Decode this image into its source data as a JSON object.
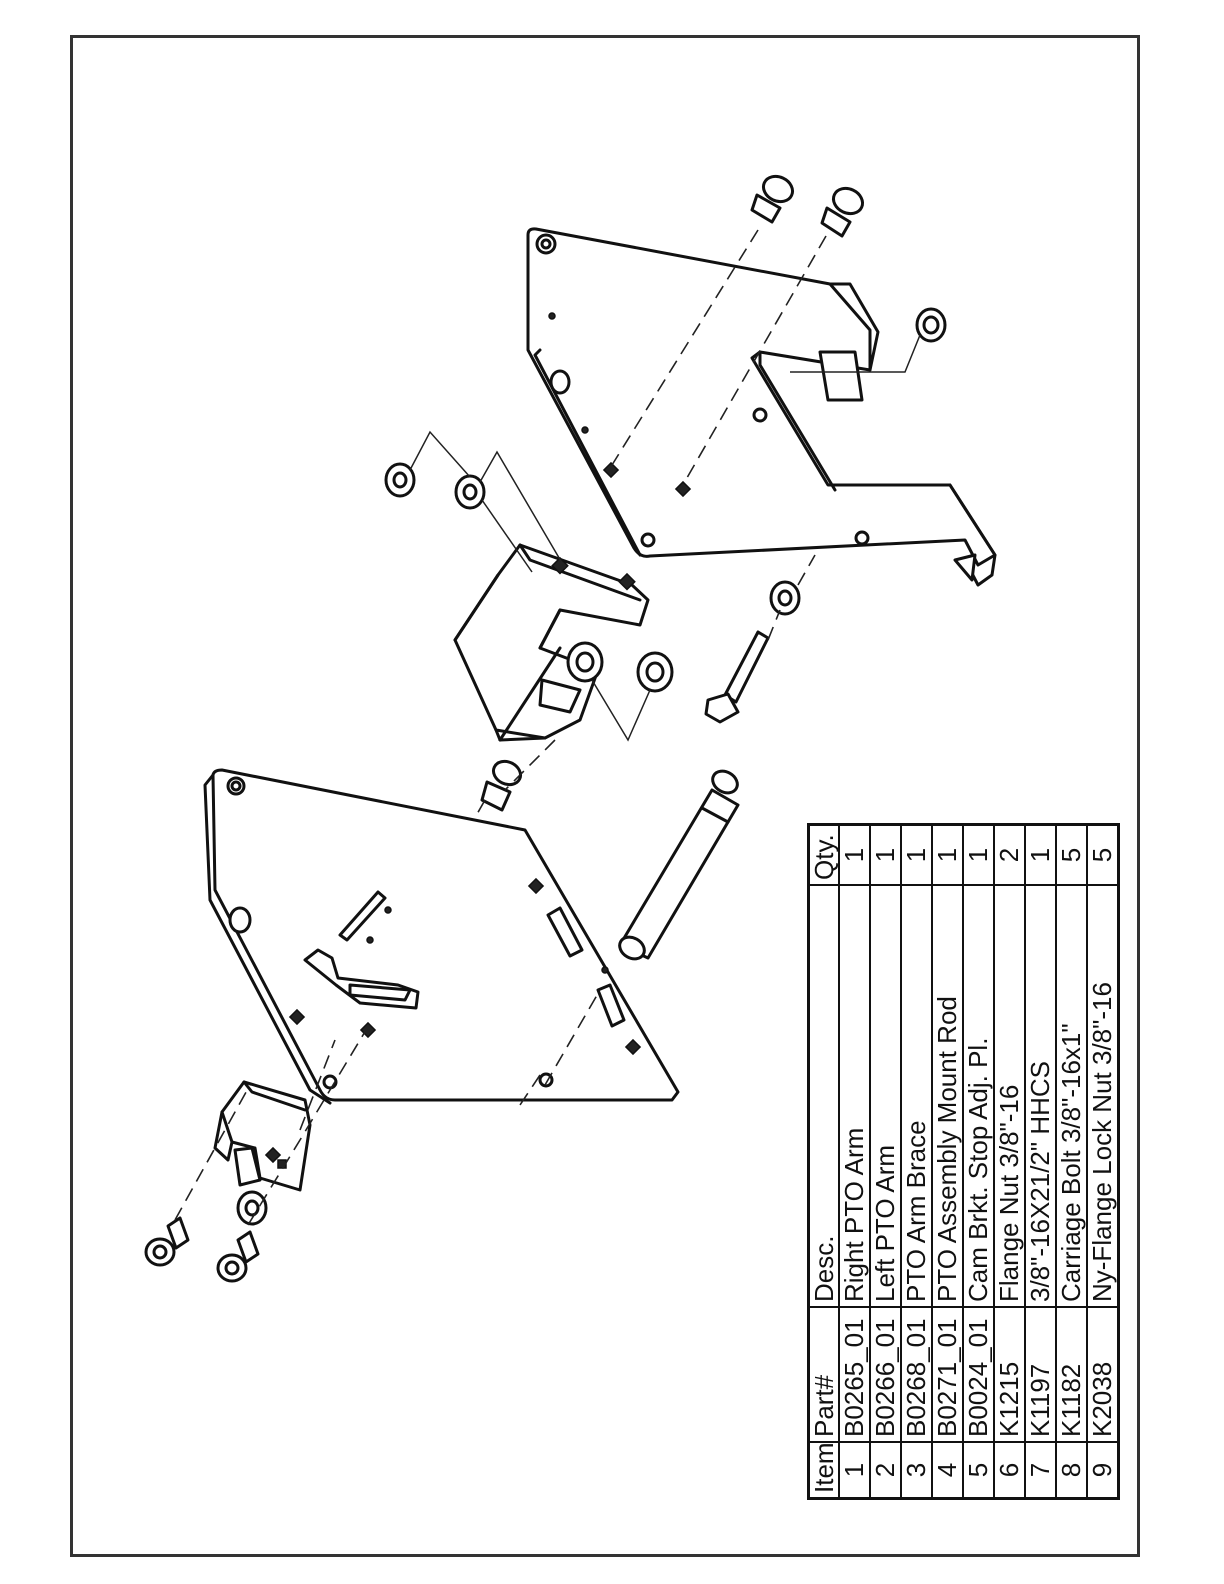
{
  "parts_table": {
    "headers": {
      "item": "Item#",
      "part": "Part#",
      "desc": "Desc.",
      "qty": "Qty."
    },
    "rows": [
      {
        "item": "1",
        "part": "B0265_01",
        "desc": "Right PTO Arm",
        "qty": "1"
      },
      {
        "item": "2",
        "part": "B0266_01",
        "desc": "Left PTO Arm",
        "qty": "1"
      },
      {
        "item": "3",
        "part": "B0268_01",
        "desc": "PTO Arm Brace",
        "qty": "1"
      },
      {
        "item": "4",
        "part": "B0271_01",
        "desc": "PTO Assembly Mount Rod",
        "qty": "1"
      },
      {
        "item": "5",
        "part": "B0024_01",
        "desc": "Cam Brkt. Stop Adj. Pl.",
        "qty": "1"
      },
      {
        "item": "6",
        "part": "K1215",
        "desc": "Flange Nut 3/8\"-16",
        "qty": "2"
      },
      {
        "item": "7",
        "part": "K1197",
        "desc": "3/8\"-16X21/2\" HHCS",
        "qty": "1"
      },
      {
        "item": "8",
        "part": "K1182",
        "desc": "Carriage Bolt 3/8\"-16x1\"",
        "qty": "5"
      },
      {
        "item": "9",
        "part": "K2038",
        "desc": "Ny-Flange Lock Nut 3/8\"-16",
        "qty": "5"
      }
    ]
  }
}
